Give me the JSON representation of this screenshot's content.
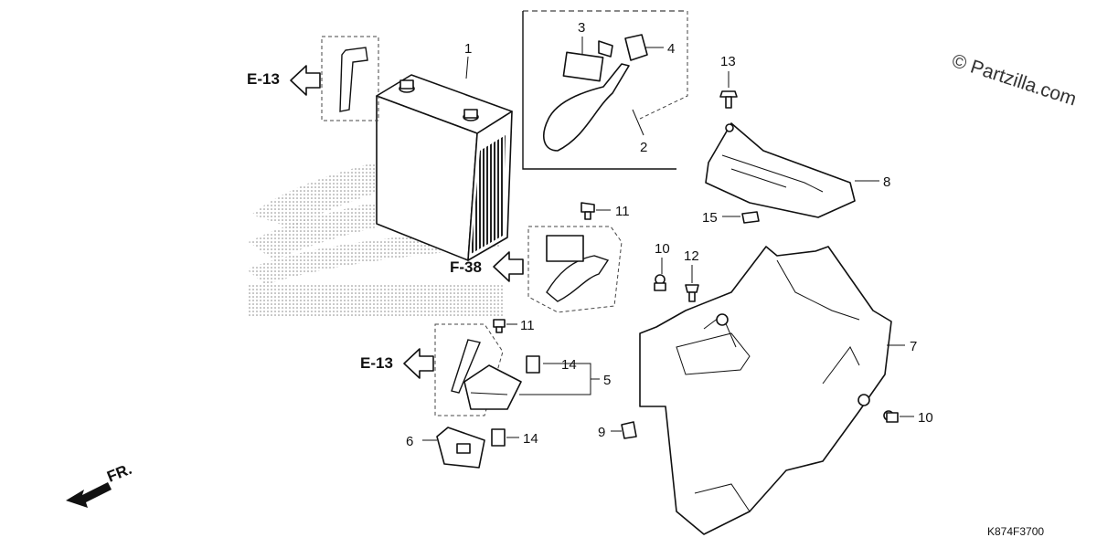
{
  "watermark": "© Partzilla.com",
  "drawing_code": "K874F3700",
  "direction_label": "FR.",
  "callouts": {
    "n1": "1",
    "n2": "2",
    "n3": "3",
    "n4": "4",
    "n5": "5",
    "n6": "6",
    "n7": "7",
    "n8": "8",
    "n9": "9",
    "n10a": "10",
    "n10b": "10",
    "n11a": "11",
    "n11b": "11",
    "n12": "12",
    "n13": "13",
    "n14a": "14",
    "n14b": "14",
    "n15": "15"
  },
  "references": {
    "e13_top": "E-13",
    "f38": "F-38",
    "e13_bottom": "E-13"
  }
}
